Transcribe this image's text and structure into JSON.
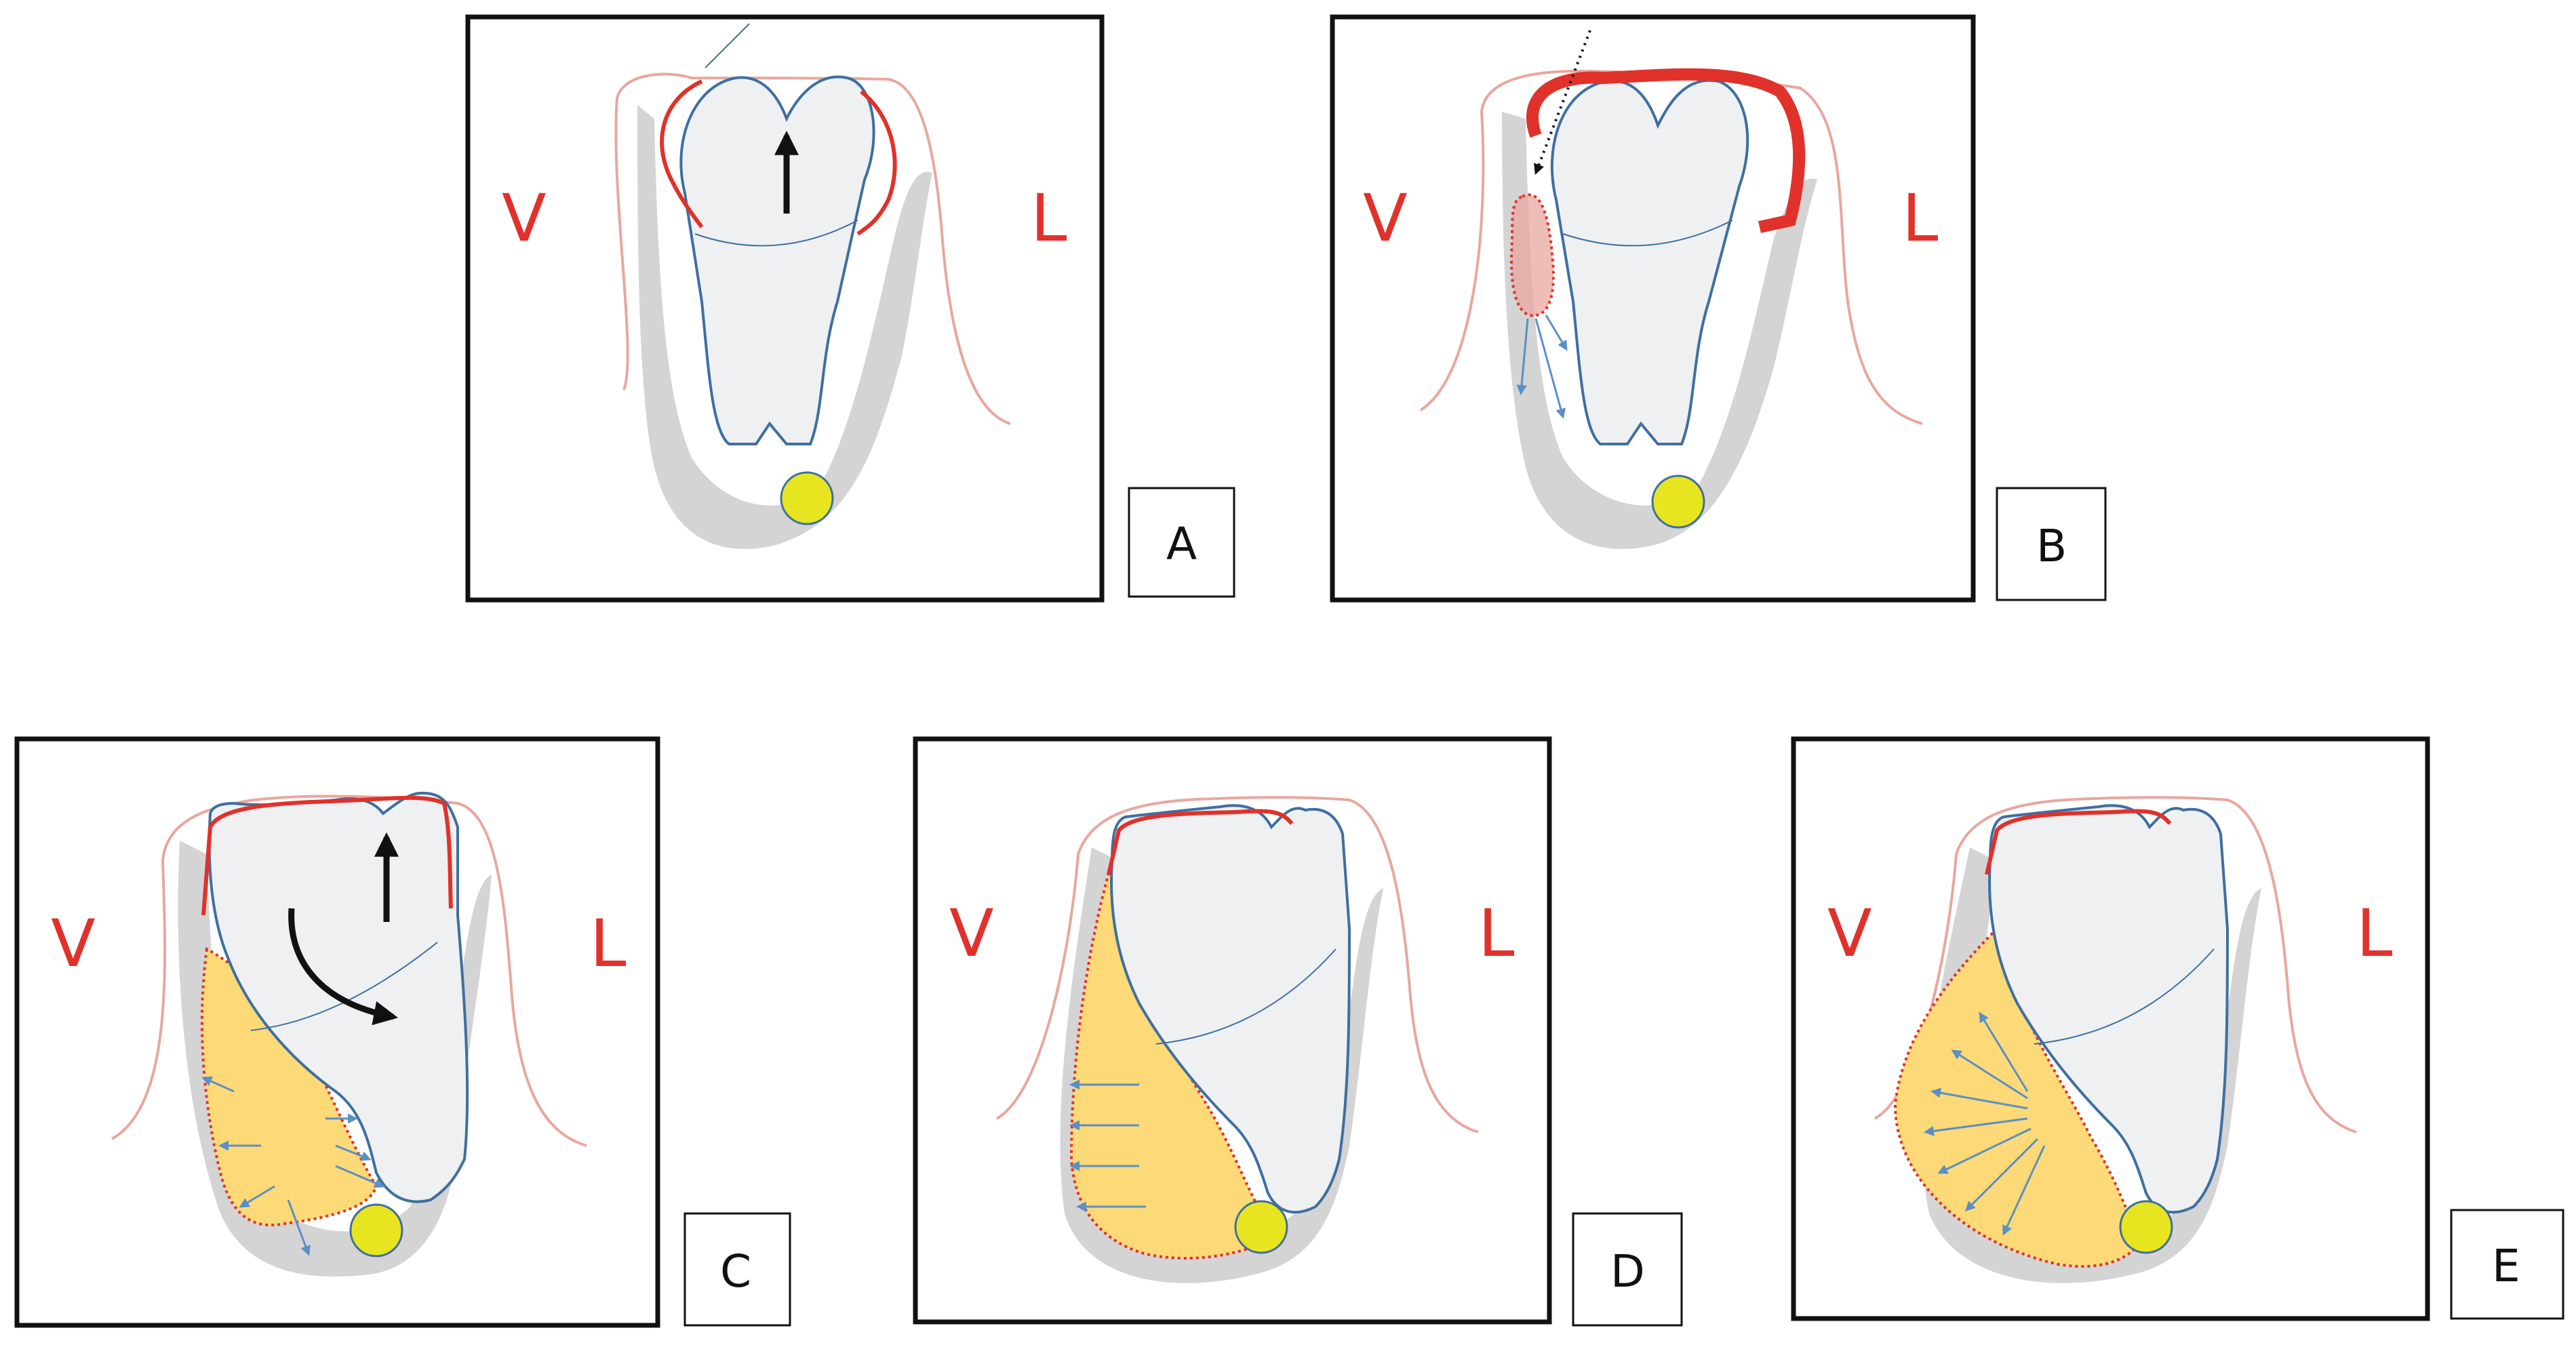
{
  "panels": [
    {
      "letter": "A",
      "left_label": "V",
      "right_label": "L"
    },
    {
      "letter": "B",
      "left_label": "V",
      "right_label": "L"
    },
    {
      "letter": "C",
      "left_label": "V",
      "right_label": "L"
    },
    {
      "letter": "D",
      "left_label": "V",
      "right_label": "L"
    },
    {
      "letter": "E",
      "left_label": "V",
      "right_label": "L"
    }
  ],
  "colors": {
    "gum_outline": "#e8a79f",
    "bone": "#d4d4d4",
    "tooth_fill": "#eef0f1",
    "tooth_outline": "#3f6f9f",
    "inflammation": "#e0312b",
    "abscess": "#fdd977",
    "nerve": "#e7e520",
    "flow_arrow": "#5b8fc6"
  }
}
